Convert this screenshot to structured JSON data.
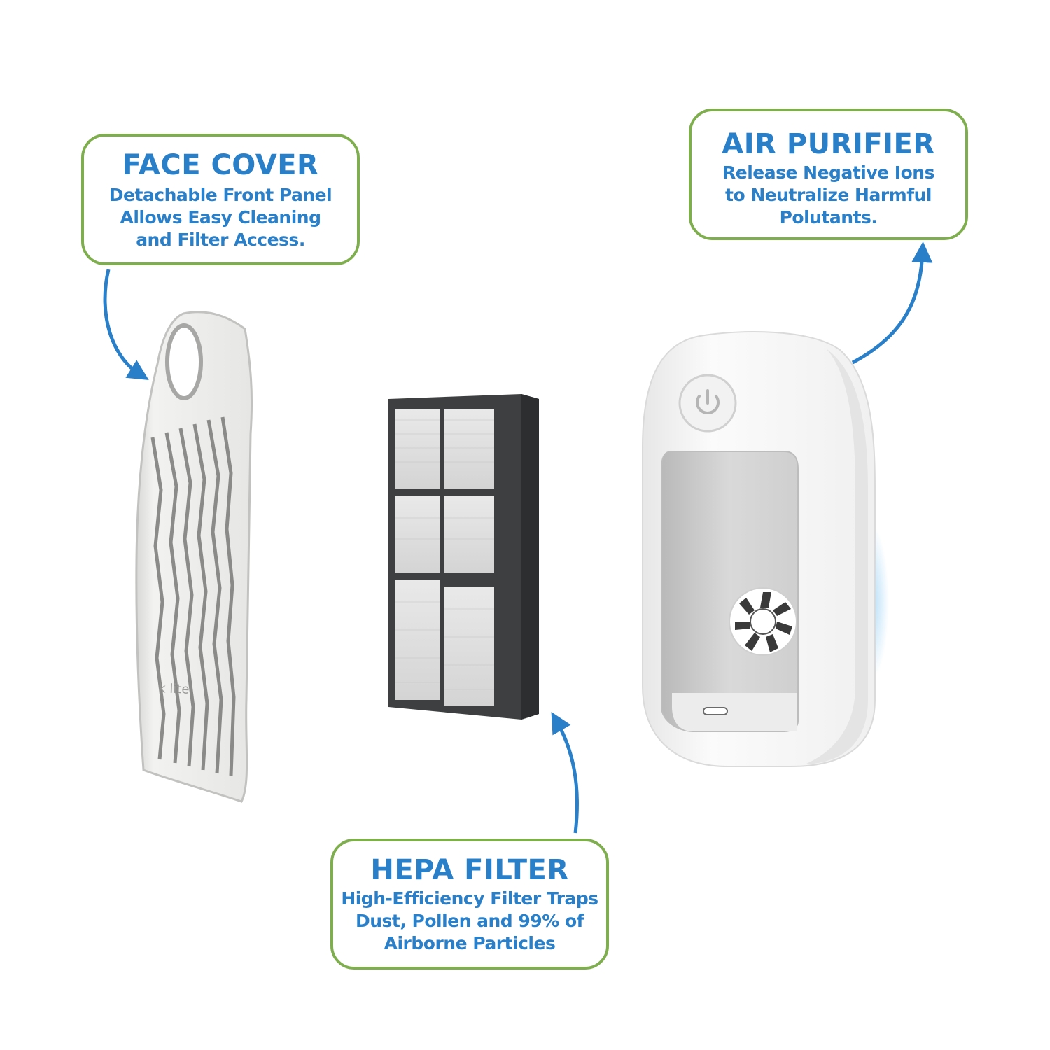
{
  "colors": {
    "callout_border": "#7fae4f",
    "text_blue": "#2a7fc9",
    "arrow_blue": "#2a7fc9"
  },
  "callouts": {
    "face_cover": {
      "title": "FACE COVER",
      "lines": [
        "Detachable Front Panel",
        "Allows Easy Cleaning",
        "and Filter Access."
      ]
    },
    "air_purifier": {
      "title": "AIR PURIFIER",
      "lines": [
        "Release Negative Ions",
        "to Neutralize Harmful",
        "Polutants."
      ]
    },
    "hepa_filter": {
      "title": "HEPA FILTER",
      "lines": [
        "High-Efficiency Filter Traps",
        "Dust, Pollen and 99% of",
        "Airborne Particles"
      ]
    }
  },
  "products": {
    "face_cover_image": "front-panel-illustration",
    "hepa_filter_image": "hepa-filter-illustration",
    "purifier_image": "air-purifier-unit-illustration",
    "power_icon": "power-icon",
    "fan_icon": "fan-icon",
    "usb_port_icon": "usb-port-icon"
  }
}
